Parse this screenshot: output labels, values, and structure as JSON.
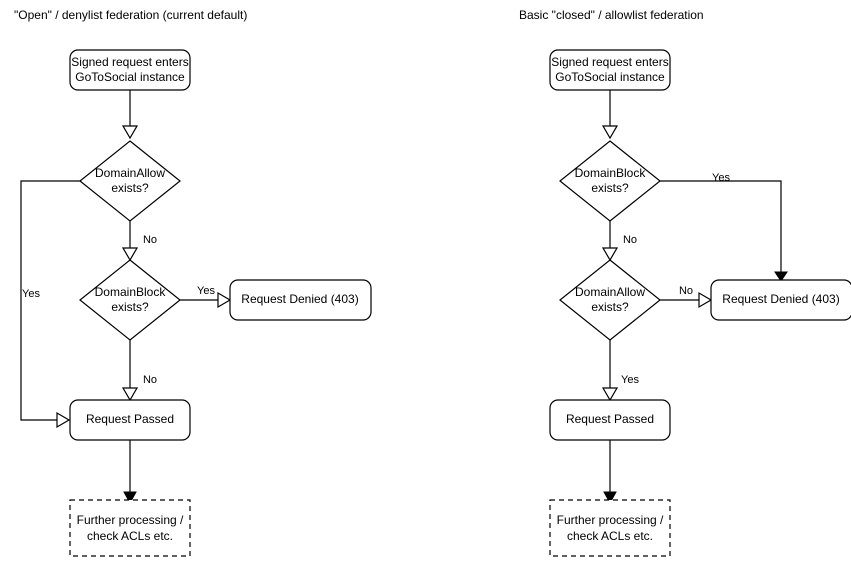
{
  "diagram": {
    "type": "flowchart",
    "background_color": "#ffffff",
    "stroke_color": "#000000",
    "text_color": "#000000",
    "panels": [
      {
        "id": "open-denylist",
        "title": "\"Open\" / denylist federation (current default)",
        "nodes": [
          {
            "id": "entry",
            "shape": "rounded-rect",
            "line1": "Signed request enters",
            "line2": "GoToSocial instance"
          },
          {
            "id": "domain-allow",
            "shape": "diamond",
            "line1": "DomainAllow",
            "line2": "exists?"
          },
          {
            "id": "domain-block",
            "shape": "diamond",
            "line1": "DomainBlock",
            "line2": "exists?"
          },
          {
            "id": "denied",
            "shape": "rounded-rect",
            "line1": "Request Denied (403)",
            "line2": ""
          },
          {
            "id": "passed",
            "shape": "rounded-rect",
            "line1": "Request Passed",
            "line2": ""
          },
          {
            "id": "further",
            "shape": "dashed-rect",
            "line1": "Further processing /",
            "line2": "check ACLs etc."
          }
        ],
        "edges": [
          {
            "from": "entry",
            "to": "domain-allow",
            "label": "",
            "arrow": "open"
          },
          {
            "from": "domain-allow",
            "to": "passed",
            "label": "Yes",
            "arrow": "open"
          },
          {
            "from": "domain-allow",
            "to": "domain-block",
            "label": "No",
            "arrow": "open"
          },
          {
            "from": "domain-block",
            "to": "denied",
            "label": "Yes",
            "arrow": "open"
          },
          {
            "from": "domain-block",
            "to": "passed",
            "label": "No",
            "arrow": "open"
          },
          {
            "from": "passed",
            "to": "further",
            "label": "",
            "arrow": "solid"
          }
        ]
      },
      {
        "id": "closed-allowlist",
        "title": "Basic \"closed\" / allowlist federation",
        "nodes": [
          {
            "id": "entry",
            "shape": "rounded-rect",
            "line1": "Signed request enters",
            "line2": "GoToSocial instance"
          },
          {
            "id": "domain-block",
            "shape": "diamond",
            "line1": "DomainBlock",
            "line2": "exists?"
          },
          {
            "id": "domain-allow",
            "shape": "diamond",
            "line1": "DomainAllow",
            "line2": "exists?"
          },
          {
            "id": "denied",
            "shape": "rounded-rect",
            "line1": "Request Denied (403)",
            "line2": ""
          },
          {
            "id": "passed",
            "shape": "rounded-rect",
            "line1": "Request Passed",
            "line2": ""
          },
          {
            "id": "further",
            "shape": "dashed-rect",
            "line1": "Further processing /",
            "line2": "check ACLs etc."
          }
        ],
        "edges": [
          {
            "from": "entry",
            "to": "domain-block",
            "label": "",
            "arrow": "open"
          },
          {
            "from": "domain-block",
            "to": "denied",
            "label": "Yes",
            "arrow": "solid"
          },
          {
            "from": "domain-block",
            "to": "domain-allow",
            "label": "No",
            "arrow": "open"
          },
          {
            "from": "domain-allow",
            "to": "denied",
            "label": "No",
            "arrow": "open"
          },
          {
            "from": "domain-allow",
            "to": "passed",
            "label": "Yes",
            "arrow": "open"
          },
          {
            "from": "passed",
            "to": "further",
            "label": "",
            "arrow": "solid"
          }
        ]
      }
    ]
  }
}
